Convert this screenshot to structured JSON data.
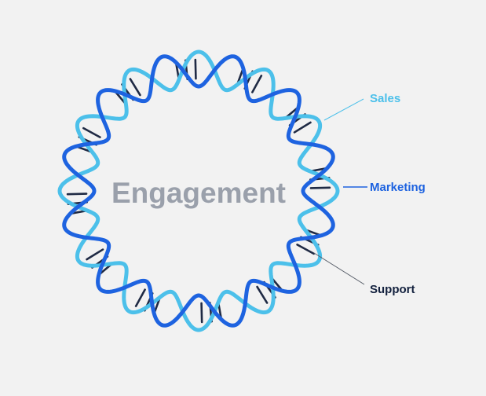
{
  "title": "Engagement",
  "labels": [
    {
      "id": "sales",
      "text": "Sales",
      "color": "#4cc0ea"
    },
    {
      "id": "marketing",
      "text": "Marketing",
      "color": "#1e63e0"
    },
    {
      "id": "support",
      "text": "Support",
      "color": "#13213e"
    }
  ],
  "colors": {
    "strand_light": "#4cc0ea",
    "strand_dark": "#1e63e0",
    "rung": "#1f2a44",
    "title": "#9aa0ab",
    "background": "#f2f2f2"
  }
}
